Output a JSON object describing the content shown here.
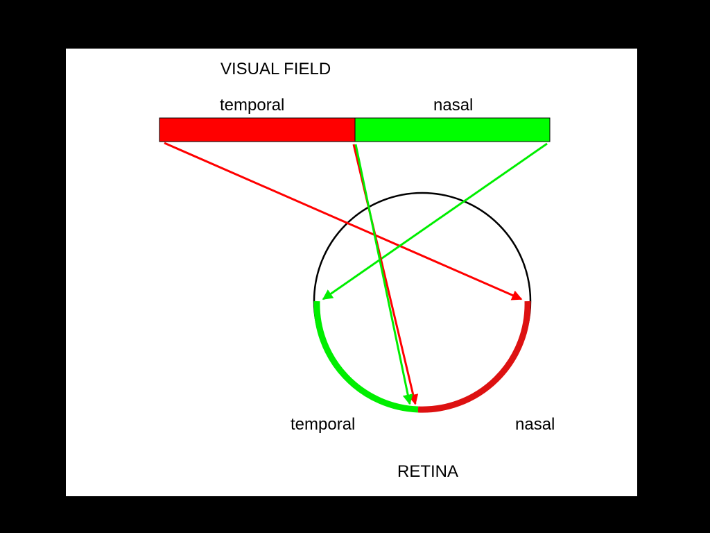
{
  "title": "VISUAL FIELD",
  "visual_field": {
    "temporal_label": "temporal",
    "nasal_label": "nasal"
  },
  "retina": {
    "temporal_label": "temporal",
    "nasal_label": "nasal",
    "caption": "RETINA"
  },
  "colors": {
    "temporal": "#ff0000",
    "nasal": "#00ff00",
    "retina_temporal_arc": "#00ee00",
    "retina_nasal_arc": "#dd1111",
    "outline": "#000000",
    "page_background": "#000000",
    "slide_background": "#ffffff"
  }
}
